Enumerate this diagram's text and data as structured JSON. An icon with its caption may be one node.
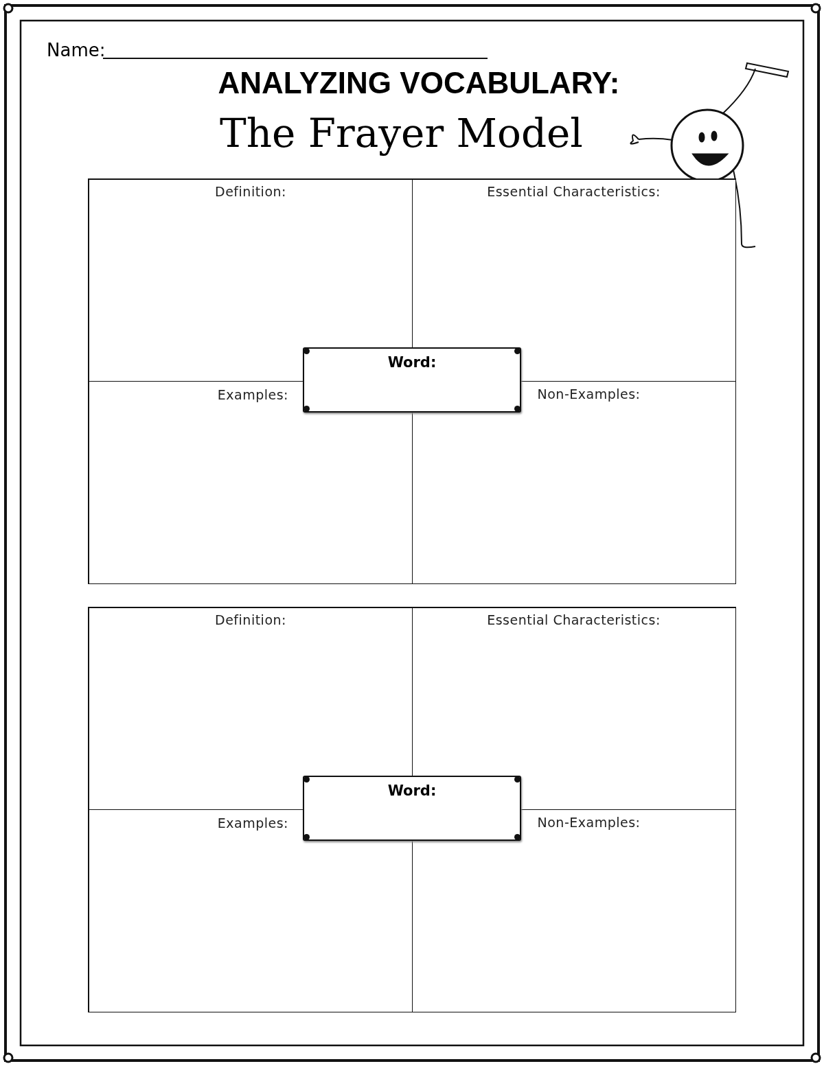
{
  "diagram": {
    "title": "ANALYZING VOCABULARY:",
    "nodes": [
      {
        "text": [],
        "shape": "box"
      },
      {
        "text": [
          "Definition:"
        ],
        "in": 0
      },
      {
        "text": [
          "Essential Characteristics:"
        ],
        "in": 0
      },
      {
        "text": [
          "Examples:"
        ],
        "in": 0
      },
      {
        "text": [
          "Non-Examples:"
        ],
        "in": 0
      },
      {
        "text": [
          "Word:"
        ],
        "in": 0
      },
      {
        "text": [],
        "shape": "box"
      },
      {
        "text": [
          "Definition:"
        ],
        "in": 6
      },
      {
        "text": [
          "Essential Characteristics:"
        ],
        "in": 6
      },
      {
        "text": [
          "Examples:"
        ],
        "in": 6
      },
      {
        "text": [
          "Non-Examples:"
        ],
        "in": 6
      },
      {
        "text": [
          "Word:"
        ],
        "in": 6
      }
    ],
    "labels": [
      "Name:",
      "The Frayer Model"
    ]
  }
}
